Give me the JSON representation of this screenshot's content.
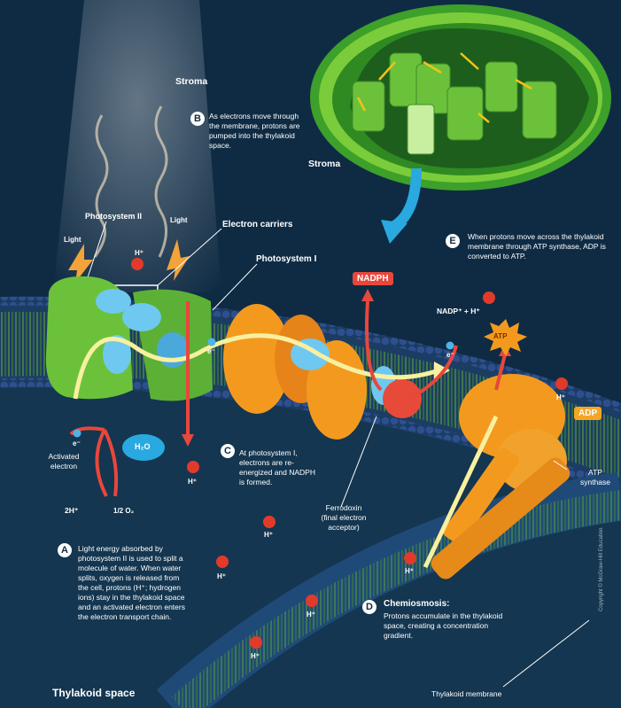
{
  "labels": {
    "stroma_top": "Stroma",
    "stroma_inset": "Stroma",
    "photosystem_ii": "Photosystem II",
    "light_left": "Light",
    "light_right": "Light",
    "electron_carriers": "Electron carriers",
    "photosystem_i": "Photosystem I",
    "nadph": "NADPH",
    "nadp_plus": "NADP⁺ + H⁺",
    "atp": "ATP",
    "adp": "ADP",
    "atp_synthase": "ATP\nsynthase",
    "h2o": "H₂O",
    "activated_electron": "Activated\nelectron",
    "two_h_plus": "2H⁺",
    "half_o2": "1/2 O₂",
    "ferredoxin": "Ferrodoxin\n(final electron\nacceptor)",
    "thylakoid_space": "Thylakoid space",
    "thylakoid_membrane": "Thylakoid membrane",
    "electron": "e⁻",
    "h_plus": "H⁺",
    "copyright": "Copyright © McGraw-Hill Education"
  },
  "steps": {
    "a": {
      "letter": "A",
      "text": "Light energy absorbed by photosystem II is used to split a molecule of water. When water splits, oxygen is released from the cell, protons (H⁺; hydrogen ions) stay in the thylakoid space and an activated electron enters the electron transport chain."
    },
    "b": {
      "letter": "B",
      "text": "As electrons move through the membrane, protons are pumped into the thylakoid space."
    },
    "c": {
      "letter": "C",
      "text": "At photosystem I, electrons are re-energized and NADPH is formed."
    },
    "d": {
      "letter": "D",
      "title": "Chemiosmosis:",
      "text": "Protons accumulate in the thylakoid space, creating a concentration gradient."
    },
    "e": {
      "letter": "E",
      "text": "When protons move across the thylakoid membrane through ATP synthase, ADP is converted to ATP."
    }
  },
  "colors": {
    "background": "#0f2b44",
    "membrane_blue": "#2e4f8f",
    "lipid_green": "#5ea53a",
    "photosystem_green": "#6bc23a",
    "protein_orange": "#f39a1e",
    "carrier_blue": "#6fc8ef",
    "ion_red": "#e23a2a",
    "arrow_red": "#e8473c",
    "arrow_yellow": "#f8f0a0",
    "light_arrow": "#f2a33a",
    "nadph_tag": "#e8473c",
    "adp_tag": "#f6a623",
    "atp_burst": "#f39a1e"
  }
}
